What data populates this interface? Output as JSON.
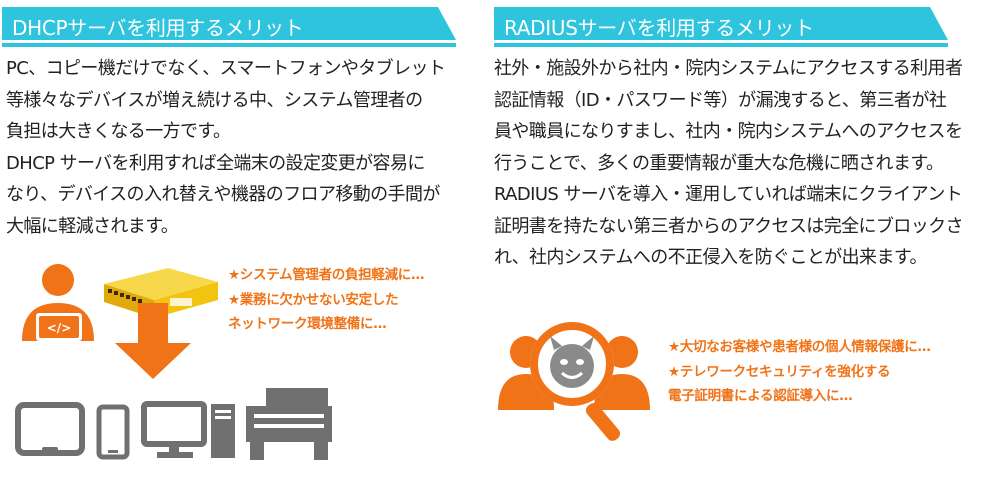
{
  "left": {
    "title": "DHCPサーバを利用するメリット",
    "body": "PC、コピー機だけでなく、スマートフォンやタブレット\n等様々なデバイスが増え続ける中、システム管理者の\n負担は大きくなる一方です。\nDHCP サーバを利用すれば全端末の設定変更が容易に\nなり、デバイスの入れ替えや機器のフロア移動の手間が\n大幅に軽減されます。",
    "note": "★システム管理者の負担軽減に…\n★業務に欠かせない安定した\n  ネットワーク環境整備に…"
  },
  "right": {
    "title": "RADIUSサーバを利用するメリット",
    "body": "社外・施設外から社内・院内システムにアクセスする利用者\n認証情報（ID・パスワード等）が漏洩すると、第三者が社\n員や職員になりすまし、社内・院内システムへのアクセスを\n行うことで、多くの重要情報が重大な危機に晒されます。\nRADIUS サーバを導入・運用していれば端末にクライアント\n証明書を持たない第三者からのアクセスは完全にブロックさ\nれ、社内システムへの不正侵入を防ぐことが出来ます。",
    "note": "★大切なお客様や患者様の個人情報保護に…\n★テレワークセキュリティを強化する\n  電子証明書による認証導入に…"
  },
  "colors": {
    "header_band": "#2ec4de",
    "header_text": "#ffffff",
    "accent_orange": "#f07318",
    "device_gray": "#707070",
    "appliance_yellow": "#f2c40f"
  },
  "icons": [
    "admin-user-icon",
    "server-appliance-icon",
    "down-arrow-icon",
    "tablet-icon",
    "smartphone-icon",
    "desktop-pc-icon",
    "printer-icon",
    "users-with-magnifier-icon",
    "devil-face-icon"
  ]
}
